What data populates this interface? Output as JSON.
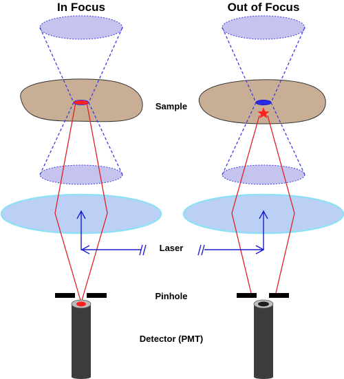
{
  "titles": {
    "in_focus": "In Focus",
    "out_of_focus": "Out of Focus"
  },
  "labels": {
    "sample": "Sample",
    "laser": "Laser",
    "pinhole": "Pinhole",
    "detector": "Detector (PMT)"
  },
  "colors": {
    "sample_fill": "#c9ae96",
    "cone_fill": "#c4c4ee",
    "cone_stroke": "#3a3ae0",
    "lens_fill": "#bcd0f5",
    "lens_stroke": "#8fe0f5",
    "emission_ray": "#e02020",
    "laser_ray": "#1a1ad0",
    "pinhole_bar": "#000000",
    "detector_body": "#3c3c3c",
    "detector_rim": "#bdbdbd",
    "focus_spot": "#ff2020"
  }
}
